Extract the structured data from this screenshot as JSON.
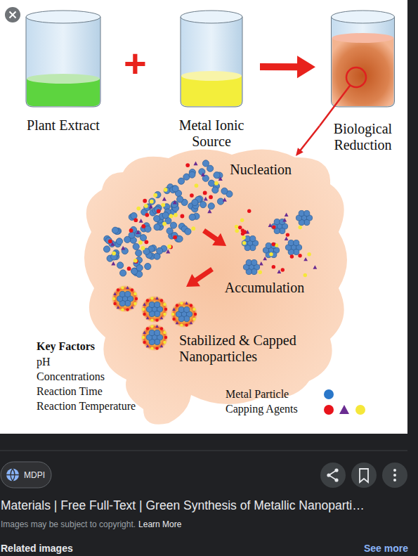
{
  "diagram": {
    "nodes": [
      {
        "text": [
          "Plant Extract"
        ]
      },
      {
        "text": [
          "Metal Ionic Source"
        ]
      },
      {
        "text": [
          "Biological Reduction"
        ]
      },
      {
        "text": [
          "Nucleation"
        ]
      },
      {
        "text": [
          "Accumulation"
        ]
      },
      {
        "text": [
          "Stabilized & Capped Nanoparticles"
        ]
      }
    ],
    "edges": [
      {
        "from": 1,
        "to": 2,
        "arrow": "to"
      },
      {
        "from": 2,
        "to": 3,
        "arrow": "to"
      },
      {
        "from": 3,
        "to": 4,
        "arrow": "to"
      },
      {
        "from": 4,
        "to": 5,
        "arrow": "to"
      }
    ],
    "labels": [
      "+",
      "Key Factors",
      "pH",
      "Concentrations",
      "Reaction Time",
      "Reaction Temperature",
      "MDPI",
      "Materials | Free Full-Text | Green Synthesis of Metallic Nanoparti…",
      "Images may be subject to copyright.",
      "Learn More",
      "Related images",
      "See more"
    ],
    "legend": [
      {
        "text": "Metal Particle",
        "color": "#2a77c9"
      },
      {
        "text": "Capping Agents"
      }
    ]
  }
}
